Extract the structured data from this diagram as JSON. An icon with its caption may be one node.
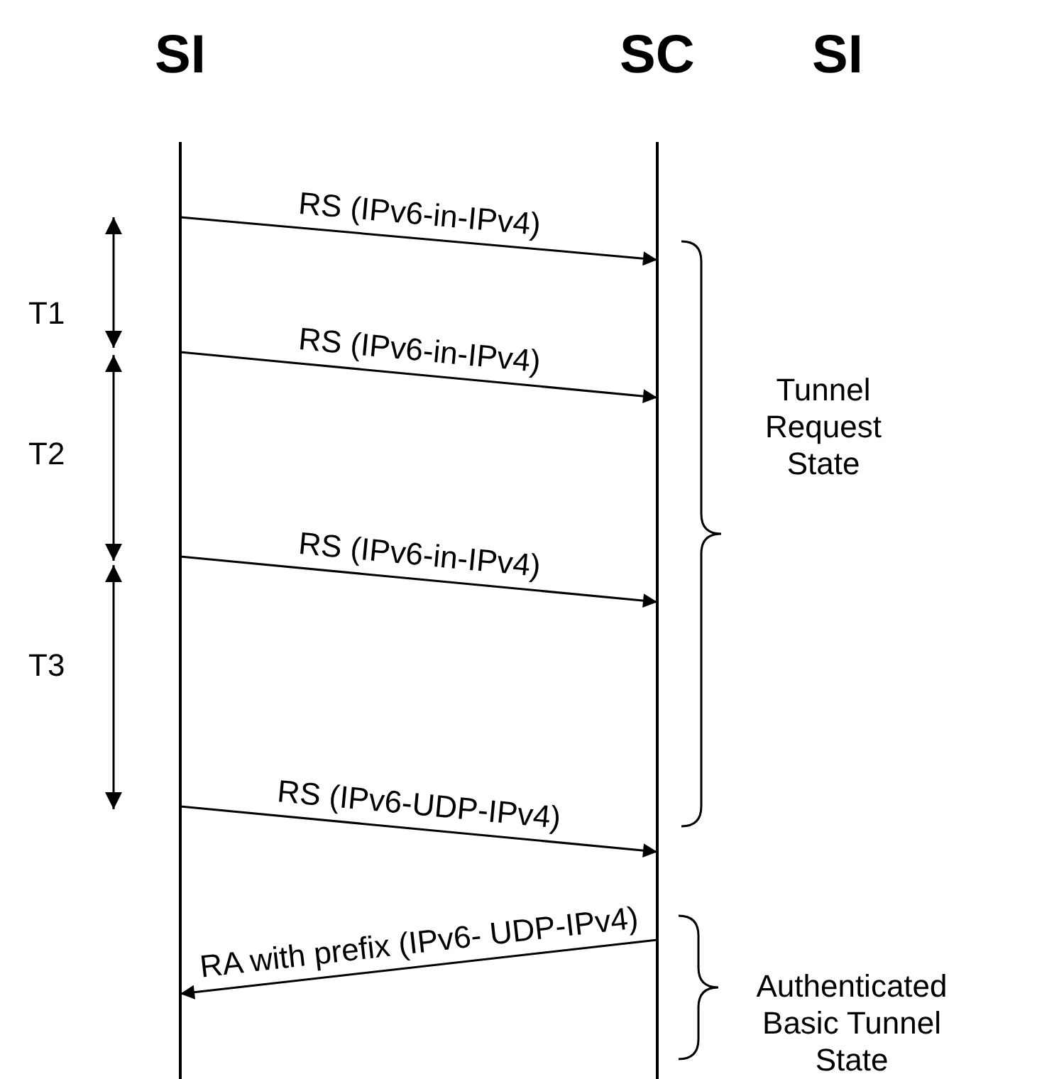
{
  "diagram": {
    "nodes": [
      {
        "text": [
          "SI"
        ]
      },
      {
        "text": [
          "SC"
        ]
      }
    ],
    "edges": [
      {
        "from": 0,
        "to": 1,
        "arrow": "to",
        "label": "RS (IPv6-in-IPv4)"
      },
      {
        "from": 0,
        "to": 1,
        "arrow": "to",
        "label": "RS (IPv6-in-IPv4)"
      },
      {
        "from": 0,
        "to": 1,
        "arrow": "to",
        "label": "RS (IPv6-in-IPv4)"
      },
      {
        "from": 0,
        "to": 1,
        "arrow": "to",
        "label": "RS (IPv6-UDP-IPv4)"
      },
      {
        "from": 1,
        "to": 0,
        "arrow": "to",
        "label": "RA with prefix (IPv6- UDP-IPv4)"
      }
    ],
    "labels": [
      "SI",
      "T1",
      "T2",
      "T3",
      "Tunnel Request State",
      "Authenticated Basic Tunnel State"
    ]
  }
}
